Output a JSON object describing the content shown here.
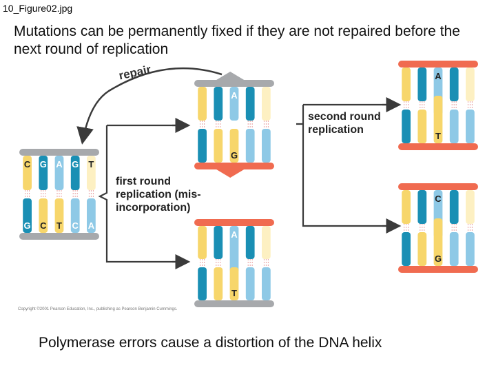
{
  "file_label": "10_Figure02.jpg",
  "title": "Mutations can be permanently fixed if they are not repaired before the next round of replication",
  "caption": "Polymerase errors cause a distortion of the DNA helix",
  "copyright": "Copyright ©2001 Pearson Education, Inc., publishing as Pearson Benjamin Cummings.",
  "labels": {
    "repair": "repair",
    "first_round_1": "first round",
    "first_round_2": "replication (mis-",
    "first_round_3": "incorporation)",
    "second_round_1": "second round",
    "second_round_2": "replication"
  },
  "original_dna": {
    "top_bases": [
      "C",
      "G",
      "A",
      "G",
      "T"
    ],
    "bottom_bases": [
      "G",
      "C",
      "T",
      "C",
      "A"
    ]
  },
  "mismatch_dna": {
    "top_base": "A",
    "bottom_base": "G"
  },
  "normal_dna": {
    "top_base": "A",
    "bottom_base": "T"
  },
  "mutant_dna": {
    "top_base": "C",
    "bottom_base": "G"
  },
  "second_normal_dna": {
    "top_base": "A",
    "bottom_base": "T"
  },
  "colors": {
    "backbone_old": "#a7a9ac",
    "backbone_new": "#f06b50",
    "base_yellow": "#f7d66b",
    "base_cream": "#fdf0c2",
    "base_teal": "#1a8fb4",
    "base_lightblue": "#8ec9e6",
    "arrow": "#3a3a3a"
  }
}
